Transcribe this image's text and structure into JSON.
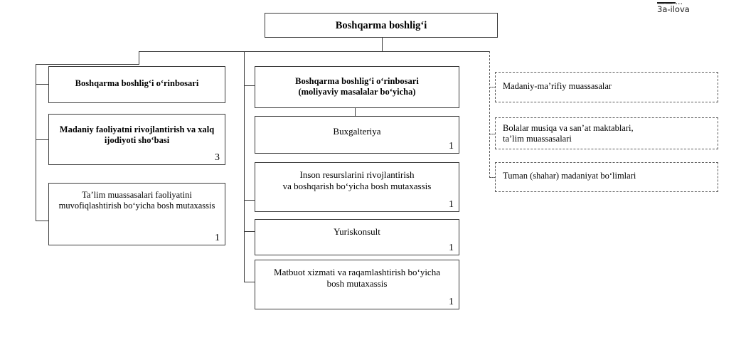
{
  "document": {
    "type": "organizational-chart",
    "language": "uz-latin",
    "caption": {
      "line1_truncated": "—— ···",
      "line2": "3a-ilova"
    }
  },
  "root": {
    "label": "Boshqarma boshlig‘i"
  },
  "left_column": {
    "items": [
      {
        "label": "Boshqarma boshlig‘i o‘rinbosari",
        "count": "",
        "bold": true
      },
      {
        "label": "Madaniy faoliyatni rivojlantirish va xalq ijodiyoti sho‘basi",
        "count": "3",
        "bold": true
      },
      {
        "label": "Ta’lim muassasalari faoliyatini muvofiqlashtirish bo‘yicha bosh mutaxassis",
        "count": "1",
        "bold": false
      }
    ]
  },
  "center_column": {
    "items": [
      {
        "label": "Boshqarma boshlig‘i o‘rinbosari (moliyaviy masalalar bo‘yicha)",
        "line1": "Boshqarma boshlig‘i o‘rinbosari",
        "line2": "(moliyaviy masalalar bo‘yicha)",
        "count": "",
        "bold": true
      },
      {
        "label": "Buxgalteriya",
        "count": "1",
        "bold": false
      },
      {
        "label": "Inson resurslarini rivojlantirish va boshqarish bo‘yicha bosh mutaxassis",
        "line1": "Inson resurslarini rivojlantirish",
        "line2": "va boshqarish bo‘yicha bosh mutaxassis",
        "count": "1",
        "bold": false
      },
      {
        "label": "Yuriskonsult",
        "count": "1",
        "bold": false
      },
      {
        "label": "Matbuot xizmati va raqamlashtirish bo‘yicha bosh mutaxassis",
        "line1": "Matbuot xizmati va raqamlashtirish bo‘yicha",
        "line2": "bosh mutaxassis",
        "count": "1",
        "bold": false
      }
    ]
  },
  "right_column": {
    "items": [
      {
        "label": "Madaniy-ma’rifiy muassasalar",
        "count": ""
      },
      {
        "label": "Bolalar musiqa va san’at maktablari, ta’lim muassasalari",
        "line1": "Bolalar musiqa va san’at maktablari,",
        "line2": "ta’lim muassasalari",
        "count": ""
      },
      {
        "label": "Tuman (shahar) madaniyat bo‘limlari",
        "count": ""
      }
    ]
  },
  "style": {
    "line_color": "#3a3a3a",
    "dashed_line_color": "#5a5a5a",
    "background": "#ffffff",
    "text_color": "#000000"
  }
}
